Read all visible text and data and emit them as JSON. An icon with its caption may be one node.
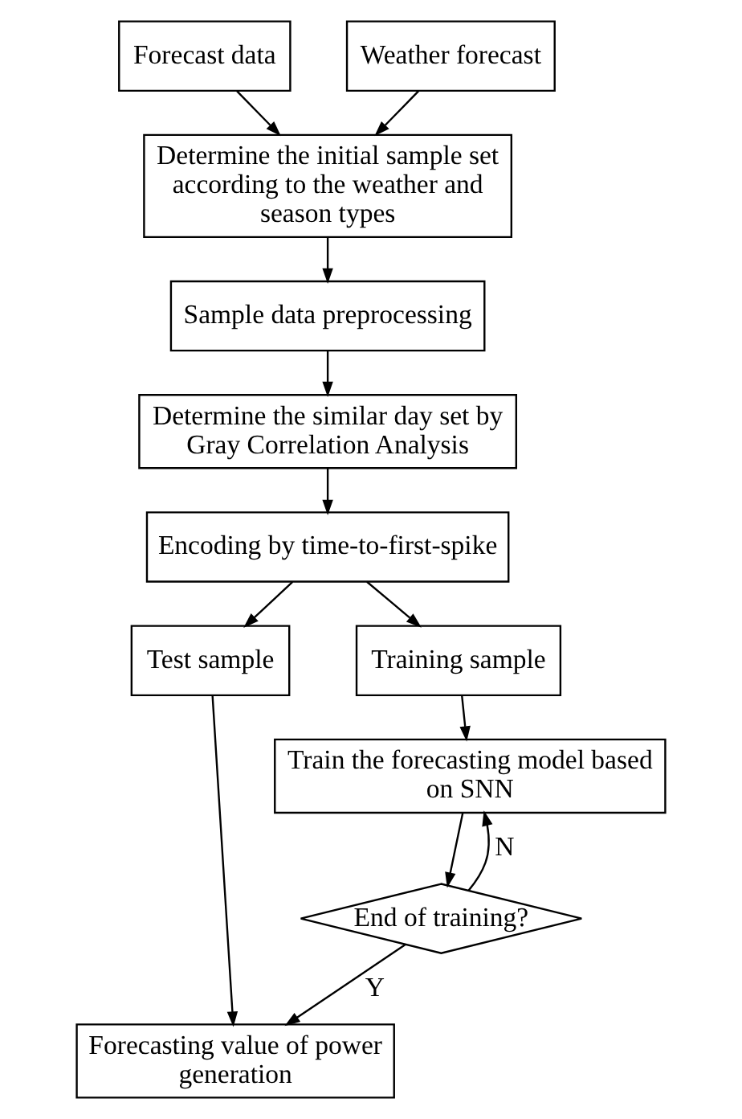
{
  "diagram": {
    "nodes": [
      {
        "text": [
          "Forecast data"
        ]
      },
      {
        "text": [
          "Weather forecast"
        ]
      },
      {
        "text": [
          "Determine the initial sample set according to the weather and season types"
        ]
      },
      {
        "text": [
          "Sample data preprocessing"
        ]
      },
      {
        "text": [
          "Determine the similar day set by Gray Correlation Analysis"
        ]
      },
      {
        "text": [
          "Encoding by time-to-first-spike"
        ]
      },
      {
        "text": [
          "Test sample"
        ]
      },
      {
        "text": [
          "Training sample"
        ]
      },
      {
        "text": [
          "Train the forecasting model based on SNN"
        ]
      },
      {
        "text": [
          "End of training?"
        ]
      },
      {
        "text": [
          "Forecasting value of power generation"
        ]
      }
    ],
    "edges": [
      {
        "from": 0,
        "to": 2,
        "arrow": "to"
      },
      {
        "from": 1,
        "to": 2,
        "arrow": "to"
      },
      {
        "from": 2,
        "to": 3,
        "arrow": "to"
      },
      {
        "from": 3,
        "to": 4,
        "arrow": "to"
      },
      {
        "from": 4,
        "to": 5,
        "arrow": "to"
      },
      {
        "from": 5,
        "to": 6,
        "arrow": "to"
      },
      {
        "from": 5,
        "to": 7,
        "arrow": "to"
      },
      {
        "from": 7,
        "to": 8,
        "arrow": "to"
      },
      {
        "from": 8,
        "to": 9,
        "arrow": "to"
      },
      {
        "from": 9,
        "to": 8,
        "arrow": "to",
        "label": "N"
      },
      {
        "from": 9,
        "to": 10,
        "arrow": "to",
        "label": "Y"
      },
      {
        "from": 6,
        "to": 10,
        "arrow": "to"
      }
    ]
  }
}
